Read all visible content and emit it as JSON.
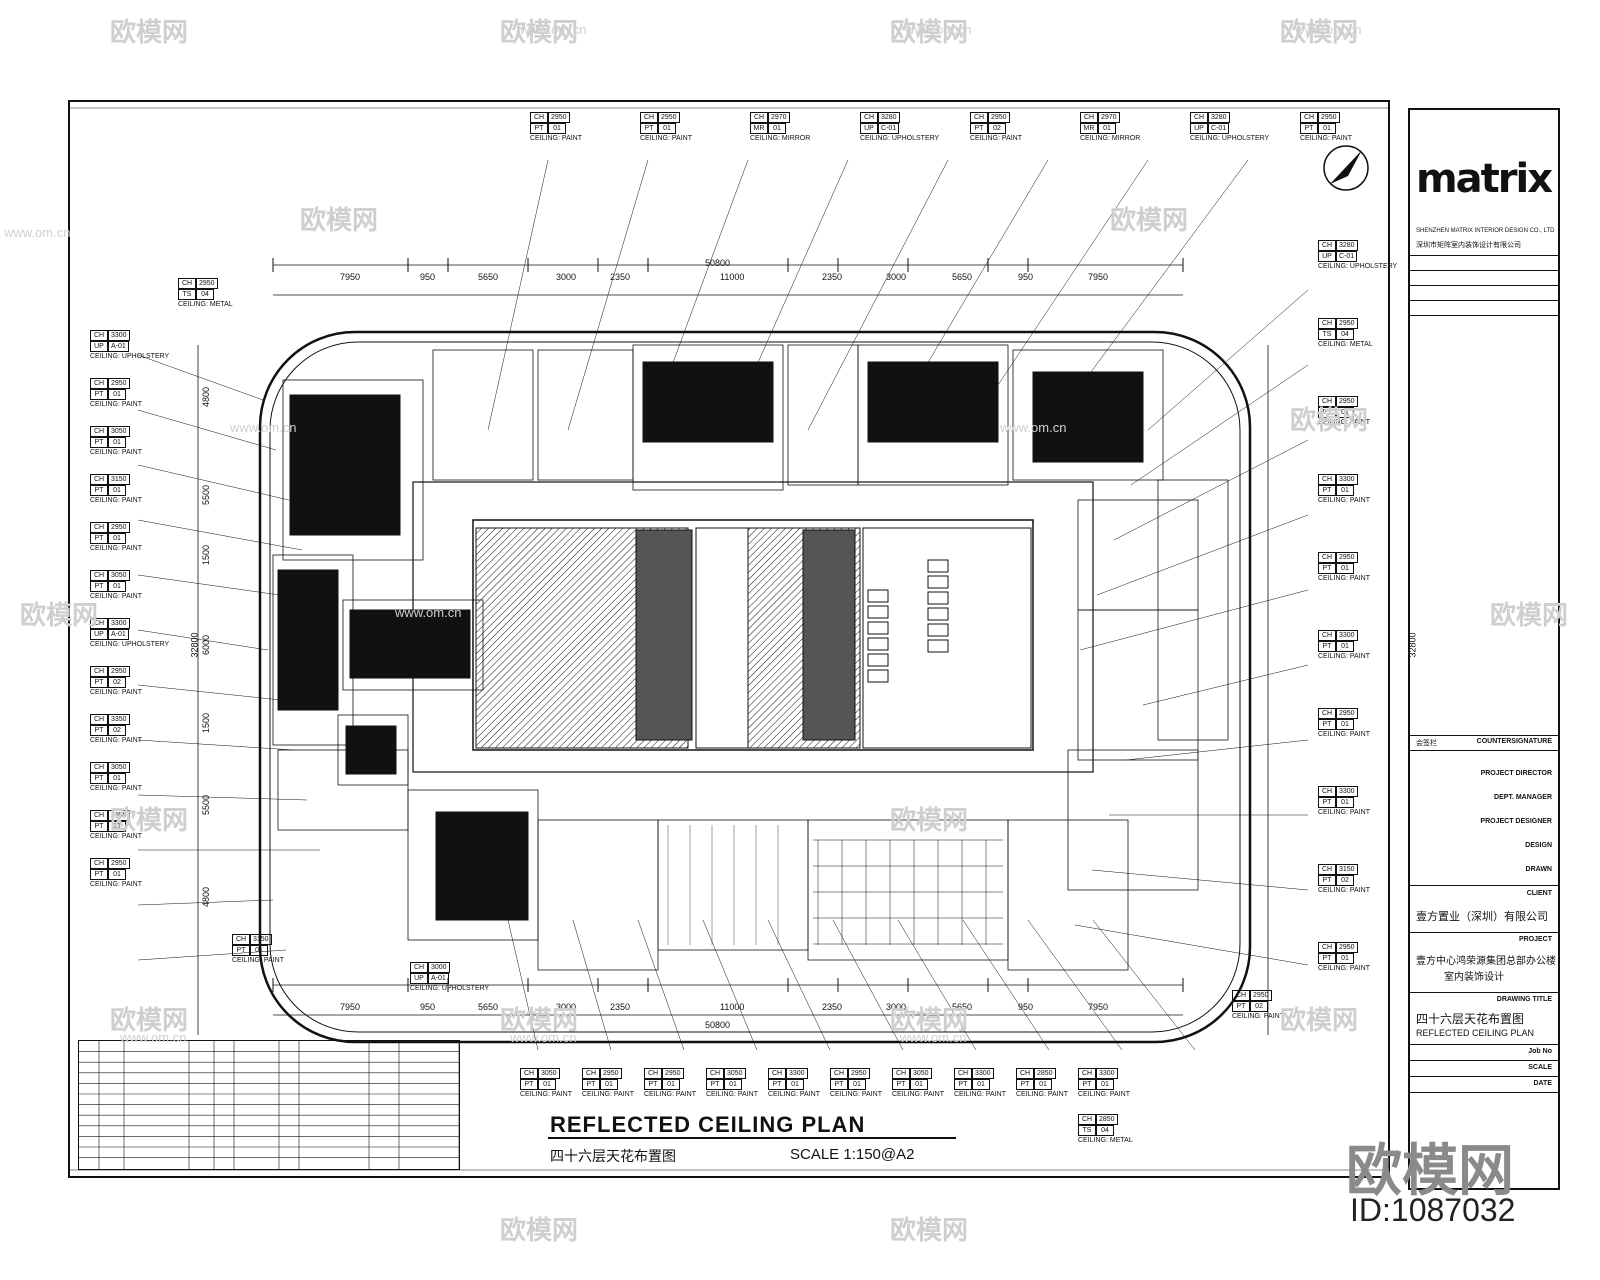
{
  "drawing": {
    "title_en": "REFLECTED CEILING PLAN",
    "title_cn": "四十六层天花布置图",
    "scale": "SCALE  1:150@A2"
  },
  "title_block": {
    "logo": "matrix",
    "company_en": "SHENZHEN MATRIX INTERIOR DESIGN CO., LTD",
    "company_cn": "深圳市矩阵室内装饰设计有限公司",
    "countersign_cn": "会签栏",
    "countersignature": "COUNTERSIGNATURE",
    "roles": [
      "PROJECT DIRECTOR",
      "DEPT. MANAGER",
      "PROJECT DESIGNER",
      "DESIGN",
      "DRAWN"
    ],
    "client_label": "CLIENT",
    "client": "壹方置业（深圳）有限公司",
    "project_label": "PROJECT",
    "project_line1": "壹方中心鸿荣源集团总部办公楼",
    "project_line2": "室内装饰设计",
    "drawing_title_label": "DRAWING TITLE",
    "drawing_title_cn": "四十六层天花布置图",
    "drawing_title_en": "REFLECTED CEILING PLAN",
    "job_no_label": "Job No",
    "scale_label": "SCALE",
    "date_label": "DATE"
  },
  "dimensions": {
    "top": [
      "7950",
      "950",
      "5650",
      "3000",
      "2350",
      "11000",
      "2350",
      "3000",
      "5650",
      "950",
      "7950"
    ],
    "overall": "50800",
    "left": [
      "4800",
      "5500",
      "1500",
      "6000",
      "1500",
      "5500",
      "4800"
    ],
    "left_overall": "32800"
  },
  "ceiling_tags_left": [
    {
      "ch": "3300",
      "code": "UP",
      "num": "A-01",
      "label": "CEILING: UPHOLSTERY"
    },
    {
      "ch": "2950",
      "code": "PT",
      "num": "01",
      "label": "CEILING: PAINT"
    },
    {
      "ch": "3050",
      "code": "PT",
      "num": "01",
      "label": "CEILING: PAINT"
    },
    {
      "ch": "3150",
      "code": "PT",
      "num": "01",
      "label": "CEILING: PAINT"
    },
    {
      "ch": "2950",
      "code": "PT",
      "num": "01",
      "label": "CEILING: PAINT"
    },
    {
      "ch": "3050",
      "code": "PT",
      "num": "01",
      "label": "CEILING: PAINT"
    },
    {
      "ch": "3300",
      "code": "UP",
      "num": "A-01",
      "label": "CEILING: UPHOLSTERY"
    },
    {
      "ch": "2950",
      "code": "PT",
      "num": "02",
      "label": "CEILING: PAINT"
    },
    {
      "ch": "3350",
      "code": "PT",
      "num": "02",
      "label": "CEILING: PAINT"
    },
    {
      "ch": "3050",
      "code": "PT",
      "num": "01",
      "label": "CEILING: PAINT"
    },
    {
      "ch": "2950",
      "code": "PT",
      "num": "01",
      "label": "CEILING: PAINT"
    },
    {
      "ch": "2950",
      "code": "PT",
      "num": "01",
      "label": "CEILING: PAINT"
    }
  ],
  "ceiling_tags_right": [
    {
      "ch": "3280",
      "code": "UP",
      "num": "C-01",
      "label": "CEILING: UPHOLSTERY"
    },
    {
      "ch": "2950",
      "code": "TS",
      "num": "04",
      "label": "CEILING: METAL"
    },
    {
      "ch": "2950",
      "code": "PT",
      "num": "01",
      "label": "CEILING: PAINT"
    },
    {
      "ch": "3300",
      "code": "PT",
      "num": "01",
      "label": "CEILING: PAINT"
    },
    {
      "ch": "2950",
      "code": "PT",
      "num": "01",
      "label": "CEILING: PAINT"
    },
    {
      "ch": "3300",
      "code": "PT",
      "num": "01",
      "label": "CEILING: PAINT"
    },
    {
      "ch": "2950",
      "code": "PT",
      "num": "01",
      "label": "CEILING: PAINT"
    },
    {
      "ch": "3300",
      "code": "PT",
      "num": "01",
      "label": "CEILING: PAINT"
    },
    {
      "ch": "3150",
      "code": "PT",
      "num": "02",
      "label": "CEILING: PAINT"
    },
    {
      "ch": "2950",
      "code": "PT",
      "num": "01",
      "label": "CEILING: PAINT"
    }
  ],
  "ceiling_tags_top": [
    {
      "ch": "2950",
      "code": "PT",
      "num": "01",
      "label": "CEILING: PAINT"
    },
    {
      "ch": "2950",
      "code": "PT",
      "num": "01",
      "label": "CEILING: PAINT"
    },
    {
      "ch": "2970",
      "code": "MR",
      "num": "01",
      "label": "CEILING: MIRROR"
    },
    {
      "ch": "3280",
      "code": "UP",
      "num": "C-01",
      "label": "CEILING: UPHOLSTERY"
    },
    {
      "ch": "2950",
      "code": "PT",
      "num": "02",
      "label": "CEILING: PAINT"
    },
    {
      "ch": "2970",
      "code": "MR",
      "num": "01",
      "label": "CEILING: MIRROR"
    },
    {
      "ch": "3280",
      "code": "UP",
      "num": "C-01",
      "label": "CEILING: UPHOLSTERY"
    },
    {
      "ch": "2950",
      "code": "PT",
      "num": "01",
      "label": "CEILING: PAINT"
    }
  ],
  "ceiling_tags_bottom": [
    {
      "ch": "3050",
      "code": "PT",
      "num": "01",
      "label": "CEILING: PAINT"
    },
    {
      "ch": "2950",
      "code": "PT",
      "num": "01",
      "label": "CEILING: PAINT"
    },
    {
      "ch": "2950",
      "code": "PT",
      "num": "01",
      "label": "CEILING: PAINT"
    },
    {
      "ch": "3050",
      "code": "PT",
      "num": "01",
      "label": "CEILING: PAINT"
    },
    {
      "ch": "3300",
      "code": "PT",
      "num": "01",
      "label": "CEILING: PAINT"
    },
    {
      "ch": "2950",
      "code": "PT",
      "num": "01",
      "label": "CEILING: PAINT"
    },
    {
      "ch": "3050",
      "code": "PT",
      "num": "01",
      "label": "CEILING: PAINT"
    },
    {
      "ch": "3300",
      "code": "PT",
      "num": "01",
      "label": "CEILING: PAINT"
    },
    {
      "ch": "2850",
      "code": "PT",
      "num": "01",
      "label": "CEILING: PAINT"
    },
    {
      "ch": "3300",
      "code": "PT",
      "num": "01",
      "label": "CEILING: PAINT"
    }
  ],
  "misc_tags": [
    {
      "ch": "2950",
      "code": "TS",
      "num": "04",
      "label": "CEILING: METAL"
    },
    {
      "ch": "3150",
      "code": "PT",
      "num": "01",
      "label": "CEILING: PAINT"
    },
    {
      "ch": "3000",
      "code": "UP",
      "num": "A-01",
      "label": "CEILING: UPHOLSTERY"
    },
    {
      "ch": "2850",
      "code": "TS",
      "num": "04",
      "label": "CEILING: METAL"
    },
    {
      "ch": "2950",
      "code": "PT",
      "num": "02",
      "label": "CEILING: PAINT"
    }
  ],
  "watermark": {
    "brand": "欧模网",
    "site": "www.om.cn",
    "id": "ID:1087032"
  }
}
